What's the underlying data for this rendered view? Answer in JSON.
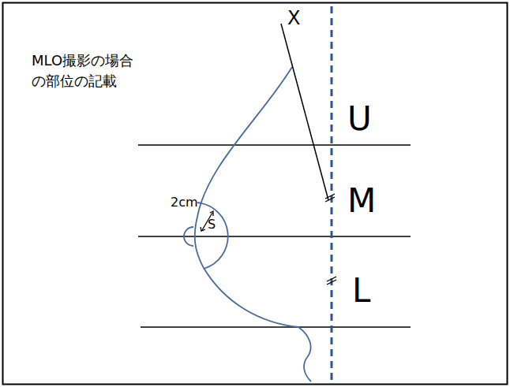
{
  "diagram": {
    "title": "MLO撮影の場合 の部位の記載",
    "labels": [
      "X",
      "U",
      "M",
      "L",
      "2cm",
      "S"
    ]
  }
}
